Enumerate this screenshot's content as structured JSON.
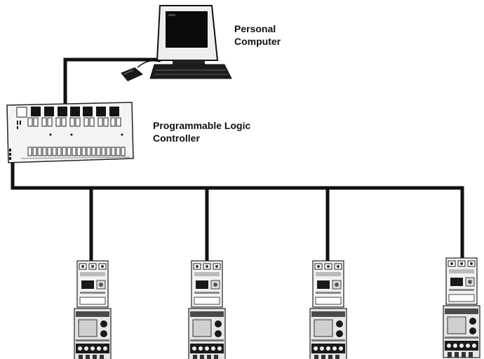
{
  "diagram": {
    "personal_computer": {
      "label_line1": "Personal",
      "label_line2": "Computer",
      "icon": "desktop-computer-icon"
    },
    "plc": {
      "label_line1": "Programmable Logic",
      "label_line2": "Controller",
      "icon": "plc-rack-icon"
    },
    "field_devices": [
      {
        "icon": "motor-starter-icon"
      },
      {
        "icon": "motor-starter-icon"
      },
      {
        "icon": "motor-starter-icon"
      },
      {
        "icon": "motor-starter-icon"
      }
    ],
    "colors": {
      "line": "#111111",
      "background": "#ffffff",
      "device_light": "#f2f2f2",
      "device_mid": "#9a9a9a",
      "device_dark": "#1a1a1a"
    }
  }
}
